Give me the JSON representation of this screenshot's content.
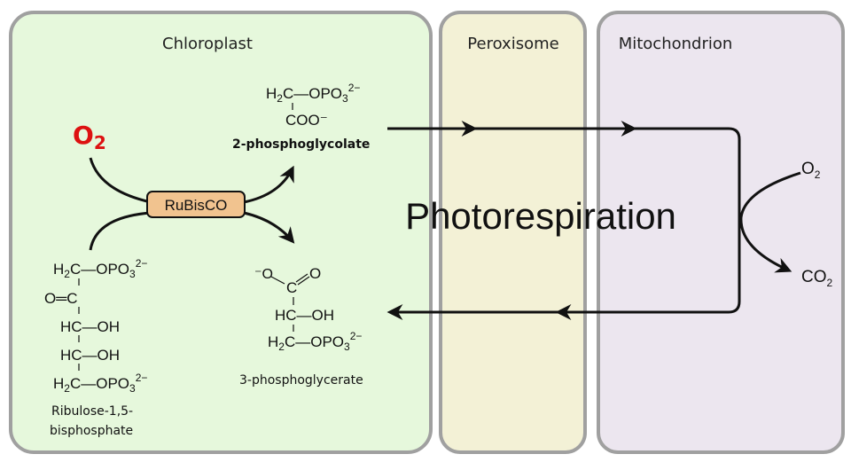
{
  "compartments": {
    "chloroplast": {
      "label": "Chloroplast",
      "fill": "#e6f8dc"
    },
    "peroxisome": {
      "label": "Peroxisome",
      "fill": "#f3f1d6"
    },
    "mitochondrion": {
      "label": "Mitochondrion",
      "fill": "#ece6ef"
    }
  },
  "title": "Photorespiration",
  "enzyme": {
    "label": "RuBisCO",
    "fill": "#f1c38f"
  },
  "o2_input": {
    "main": "O",
    "sub": "2",
    "color": "#dd1111"
  },
  "mito_o2": {
    "main": "O",
    "sub": "2"
  },
  "mito_co2": {
    "main": "CO",
    "sub": "2"
  },
  "molecules": {
    "phosphoglycolate": {
      "name": "2-phosphoglycolate",
      "line1": [
        "H",
        "2",
        "C—OPO",
        "3",
        "2−"
      ],
      "line2": "COO⁻"
    },
    "phosphoglycerate": {
      "name": "3-phosphoglycerate",
      "line1a": "⁻O",
      "line1b": "O",
      "line1c": "C",
      "line2": "HC—OH",
      "line3": [
        "H",
        "2",
        "C—OPO",
        "3",
        "2−"
      ]
    },
    "rubp": {
      "name_line1": "Ribulose-1,5-",
      "name_line2": "bisphosphate",
      "line1": [
        "H",
        "2",
        "C—OPO",
        "3",
        "2−"
      ],
      "line2": "O═C",
      "line3": "HC—OH",
      "line4": "HC—OH",
      "line5": [
        "H",
        "2",
        "C—OPO",
        "3",
        "2−"
      ]
    }
  }
}
